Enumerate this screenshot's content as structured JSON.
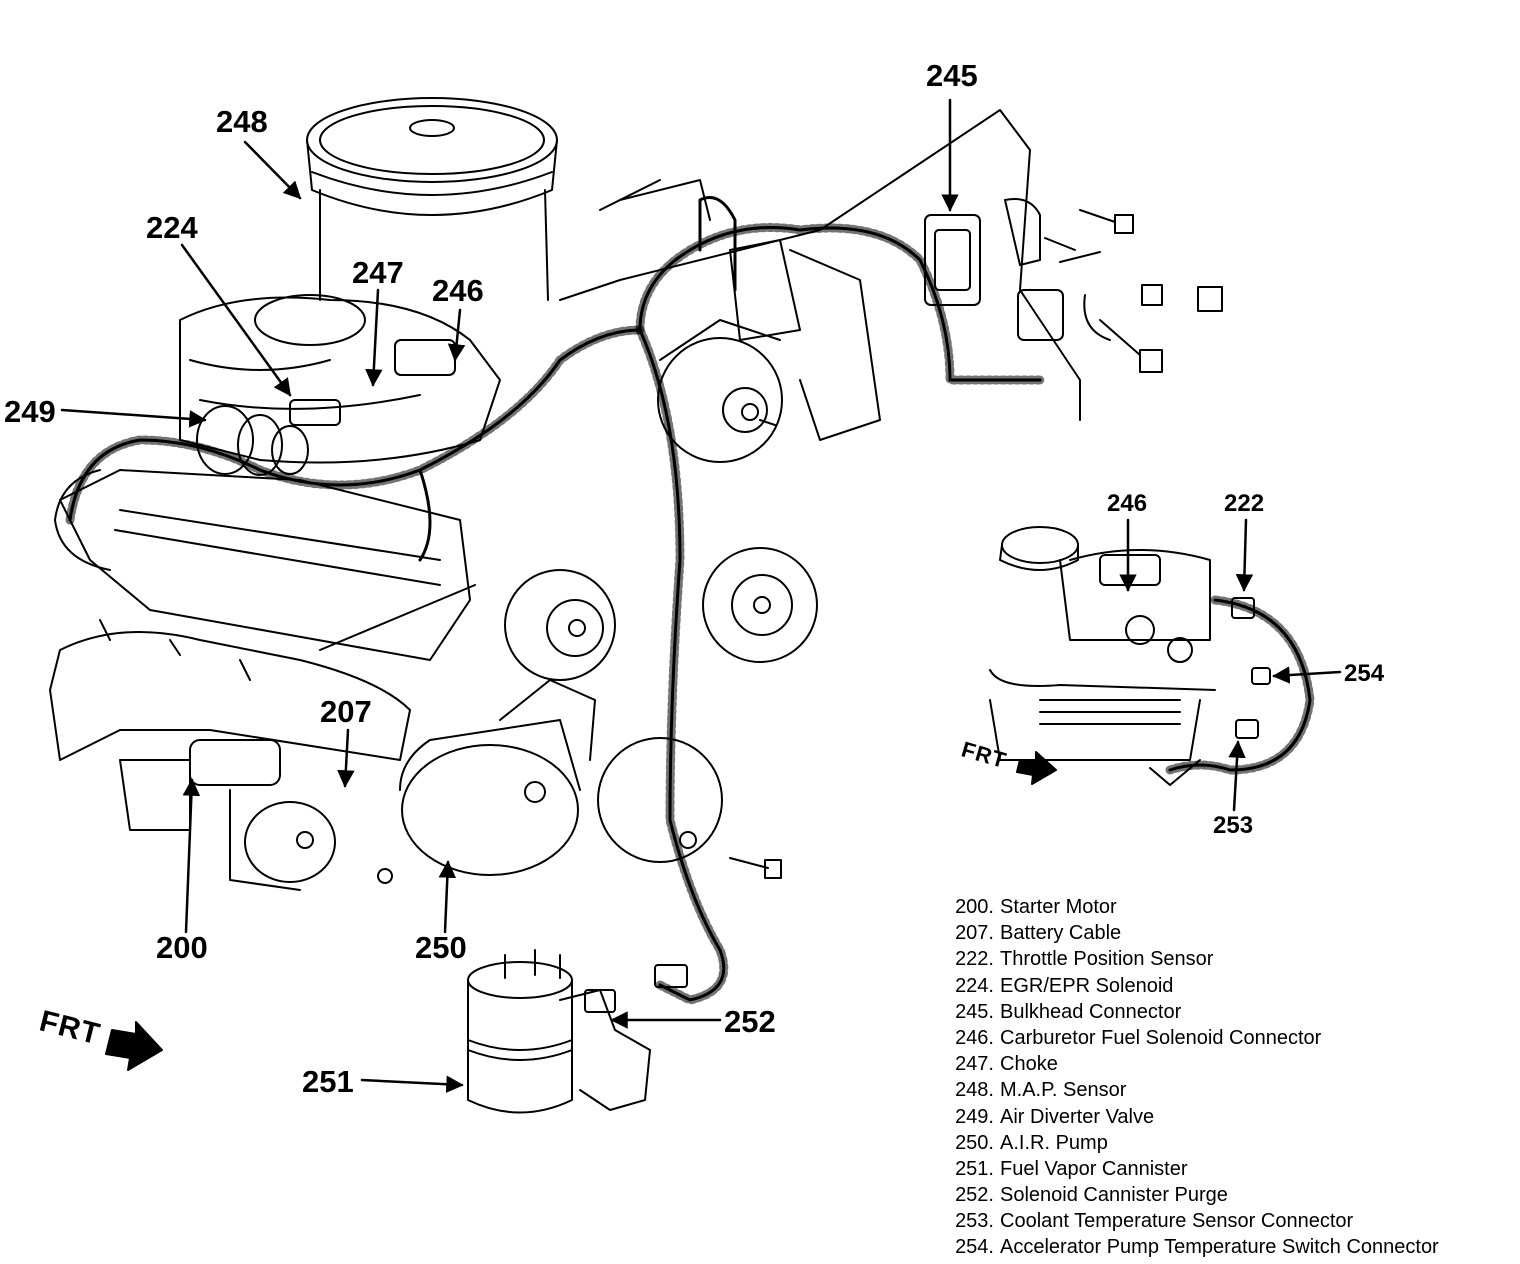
{
  "callouts": {
    "c245": "245",
    "c248": "248",
    "c224": "224",
    "c247": "247",
    "c246": "246",
    "c249": "249",
    "c207": "207",
    "c200": "200",
    "c250": "250",
    "c252": "252",
    "c251": "251",
    "c246b": "246",
    "c222": "222",
    "c254": "254",
    "c253": "253"
  },
  "frt_labels": {
    "main": "FRT",
    "inset": "FRT"
  },
  "legend": [
    {
      "num": "200.",
      "label": "Starter Motor"
    },
    {
      "num": "207.",
      "label": "Battery Cable"
    },
    {
      "num": "222.",
      "label": "Throttle Position Sensor"
    },
    {
      "num": "224.",
      "label": "EGR/EPR Solenoid"
    },
    {
      "num": "245.",
      "label": "Bulkhead Connector"
    },
    {
      "num": "246.",
      "label": "Carburetor Fuel Solenoid Connector"
    },
    {
      "num": "247.",
      "label": "Choke"
    },
    {
      "num": "248.",
      "label": "M.A.P. Sensor"
    },
    {
      "num": "249.",
      "label": "Air Diverter Valve"
    },
    {
      "num": "250.",
      "label": "A.I.R. Pump"
    },
    {
      "num": "251.",
      "label": "Fuel Vapor Cannister"
    },
    {
      "num": "252.",
      "label": "Solenoid Cannister Purge"
    },
    {
      "num": "253.",
      "label": "Coolant Temperature Sensor Connector"
    },
    {
      "num": "254.",
      "label": "Accelerator Pump Temperature Switch Connector"
    }
  ]
}
